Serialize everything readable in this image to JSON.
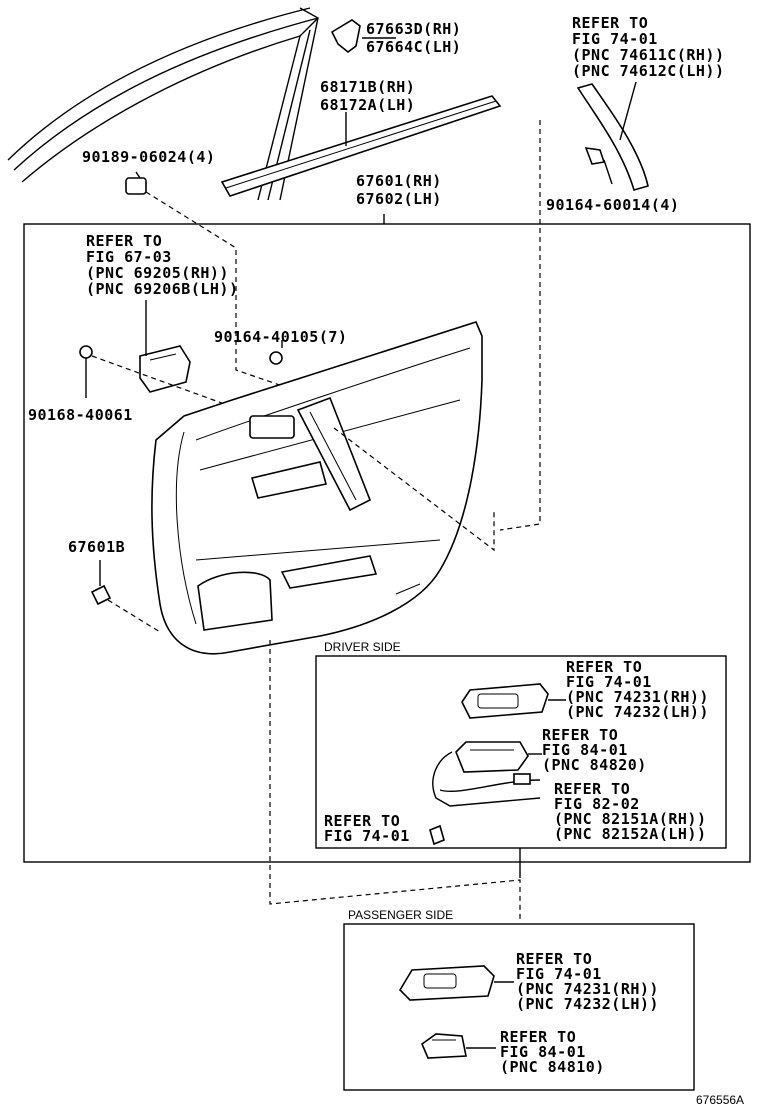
{
  "figure_id": "676556A",
  "sections": {
    "driver_side": "DRIVER SIDE",
    "passenger_side": "PASSENGER SIDE"
  },
  "labels": {
    "p67663": [
      "67663D(RH)",
      "67664C(LH)"
    ],
    "p68171": [
      "68171B(RH)",
      "68172A(LH)"
    ],
    "ref_74611": [
      "REFER TO",
      "FIG 74-01",
      "(PNC 74611C(RH))",
      "(PNC 74612C(LH))"
    ],
    "p90189": [
      "90189-06024(4)"
    ],
    "p67601": [
      "67601(RH)",
      "67602(LH)"
    ],
    "p90164_60014": [
      "90164-60014(4)"
    ],
    "ref_69205": [
      "REFER TO",
      "FIG 67-03",
      "(PNC 69205(RH))",
      "(PNC 69206B(LH))"
    ],
    "p90164_40105": [
      "90164-40105(7)"
    ],
    "p90168": [
      "90168-40061"
    ],
    "p67601B": [
      "67601B"
    ],
    "drv_ref_74231": [
      "REFER TO",
      "FIG 74-01",
      "(PNC 74231(RH))",
      "(PNC 74232(LH))"
    ],
    "drv_ref_84820": [
      "REFER TO",
      "FIG 84-01",
      "(PNC 84820)"
    ],
    "drv_ref_82151": [
      "REFER TO",
      "FIG 82-02",
      "(PNC 82151A(RH))",
      "(PNC 82152A(LH))"
    ],
    "drv_ref_7401": [
      "REFER TO",
      "FIG 74-01"
    ],
    "pas_ref_74231": [
      "REFER TO",
      "FIG 74-01",
      "(PNC 74231(RH))",
      "(PNC 74232(LH))"
    ],
    "pas_ref_84810": [
      "REFER TO",
      "FIG 84-01",
      "(PNC 84810)"
    ]
  }
}
